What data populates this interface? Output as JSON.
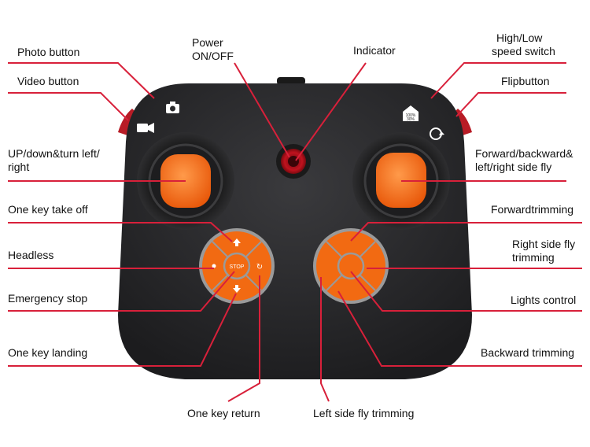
{
  "labels": {
    "photo_button": "Photo button",
    "video_button": "Video button",
    "power_line1": "Power",
    "power_line2": "ON/OFF",
    "indicator": "Indicator",
    "speed_line1": "High/Low",
    "speed_line2": "speed switch",
    "flip_button": "Flipbutton",
    "left_stick_line1": "UP/down&turn left/",
    "left_stick_line2": "right",
    "right_stick_line1": "Forward/backward&",
    "right_stick_line2": "left/right side fly",
    "take_off": "One key take off",
    "forward_trim": "Forwardtrimming",
    "headless": "Headless",
    "right_trim_line1": "Right side fly",
    "right_trim_line2": "trimming",
    "emergency_stop": "Emergency stop",
    "lights_control": "Lights control",
    "landing": "One key landing",
    "backward_trim": "Backward trimming",
    "return": "One key return",
    "left_trim": "Left side fly trimming"
  },
  "device_text": {
    "stop_label": "STOP",
    "speed_label": "100%\n30%"
  },
  "colors": {
    "leader_line": "#d8203a",
    "body": "#2a2a2c",
    "accent": "#f26a12"
  }
}
